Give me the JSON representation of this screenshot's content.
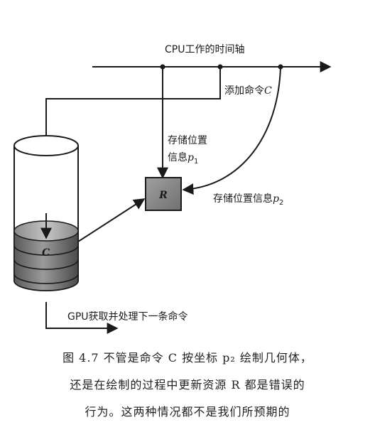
{
  "diagram": {
    "timeline_label": "CPU工作的时间轴",
    "add_cmd_prefix": "添加命令",
    "add_cmd_var": "C",
    "store_p1_line1": "存储位置",
    "store_p1_line2_prefix": "信息",
    "store_p1_var": "p",
    "store_p1_sub": "1",
    "store_p2_prefix": "存储位置信息",
    "store_p2_var": "p",
    "store_p2_sub": "2",
    "resource_label": "R",
    "cmd_label": "C",
    "gpu_label": "GPU获取并处理下一条命令"
  },
  "caption": {
    "line1": "图 4.7   不管是命令 C 按坐标 p₂ 绘制几何体，",
    "line2": "还是在绘制的过程中更新资源 R 都是错误的",
    "line3": "行为。这两种情况都不是我们所预期的"
  },
  "colors": {
    "ink": "#1a1a1a",
    "resource_fill": "#8a8a8a",
    "disc_top": "#b0b0b0",
    "disc_side": "#6a6a6a"
  }
}
